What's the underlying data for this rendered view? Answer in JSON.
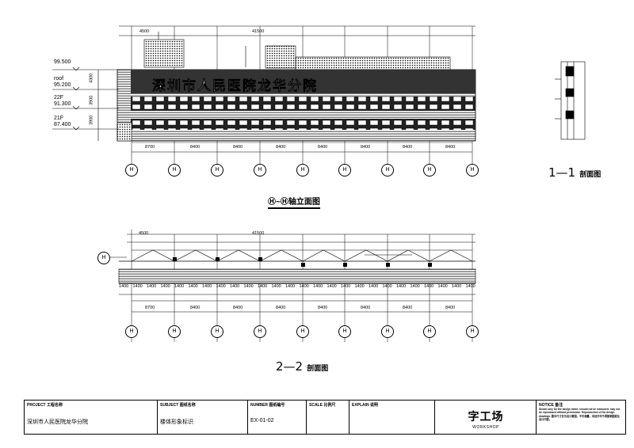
{
  "elevation": {
    "title": "Ⓗ~Ⓗ轴立面图",
    "overall_dim": "41500",
    "left_dim": "4500",
    "levels": [
      {
        "name": "99.500",
        "value": ""
      },
      {
        "name": "roof",
        "value": "95.200"
      },
      {
        "name": "22F",
        "value": "91.300"
      },
      {
        "name": "21F",
        "value": "87.400"
      }
    ],
    "story_dims": [
      "4300",
      "3900",
      "3900"
    ],
    "bay_dims": [
      "8700",
      "8400",
      "8400",
      "8400",
      "8400",
      "8400",
      "8400",
      "8400"
    ],
    "grid_labels": [
      "H",
      "H",
      "H",
      "H",
      "H",
      "H",
      "H",
      "H",
      "H"
    ],
    "sign_text": "深圳市人民医院龙华分院"
  },
  "section_1_1": {
    "title_num": "1—1",
    "title_txt": "剖面图"
  },
  "plan_2_2": {
    "title_num": "2—2",
    "title_txt": "剖面图",
    "overall_dim": "41500",
    "left_dim": "4500",
    "side_grid": "H",
    "bay_dims": [
      "8700",
      "8400",
      "8400",
      "8400",
      "8400",
      "8400",
      "8400",
      "8400"
    ],
    "grid_labels": [
      "H",
      "H",
      "H",
      "H",
      "H",
      "H",
      "H",
      "H",
      "H"
    ],
    "sub_dims": [
      "1400",
      "1400",
      "1400",
      "1400",
      "1400",
      "1400",
      "1400",
      "1400",
      "1400",
      "1400",
      "1400",
      "1400",
      "1400",
      "1400",
      "1400",
      "1400",
      "1400",
      "1400",
      "1400",
      "1400",
      "1400",
      "1400",
      "1400",
      "1400",
      "1400",
      "1400"
    ]
  },
  "title_block": {
    "project_hdr": "PROJECT 工程名称",
    "project_val": "深圳市人民医院龙华分院",
    "subject_hdr": "SUBJECT 图纸名称",
    "subject_val": "楼体形象标识",
    "number_hdr": "NUMBER 图纸编号",
    "number_val": "EX-01-02",
    "scale_hdr": "SCALE 比例尺",
    "explain_hdr": "EXPLAIN 说明",
    "logo_main": "字工场",
    "logo_sub": "WORKSHOP",
    "notice_hdr": "NOTICE 备注",
    "notice_text": "Shown only for the design intent, should not be measured, may not be reproduced without permission. Reproduction of the design drawings. 图中尺寸仅为设计意图，不可测量，未经许可不得复制图纸及设计内容。"
  }
}
